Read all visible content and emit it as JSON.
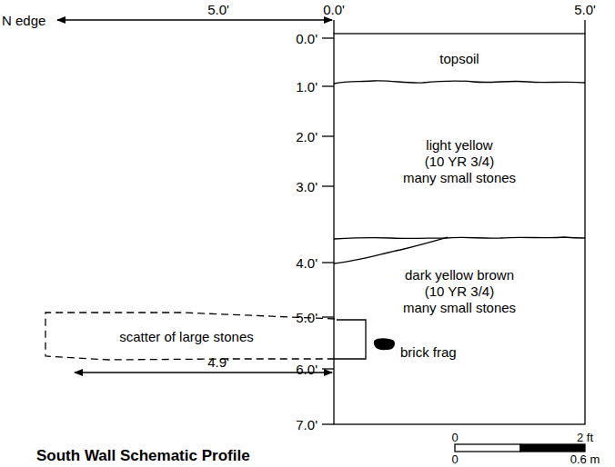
{
  "diagram": {
    "caption": "South Wall Schematic Profile",
    "nodes": [
      {
        "text": [
          "topsoil"
        ]
      },
      {
        "text": [
          "light yellow",
          "(10 YR 3/4)",
          "many small stones"
        ]
      },
      {
        "text": [
          "dark yellow brown",
          "(10 YR 3/4)",
          "many small stones"
        ]
      },
      {
        "text": [
          "scatter of large stones"
        ]
      }
    ],
    "labels": [
      "N edge",
      "5.0'",
      "0.0'",
      "5.0'",
      "0.0'",
      "1.0'",
      "2.0'",
      "3.0'",
      "4.0'",
      "5.0'",
      "6.0'",
      "7.0'",
      "4.9'",
      "brick frag",
      "0",
      "2 ft",
      "0",
      "0.6 m"
    ]
  }
}
